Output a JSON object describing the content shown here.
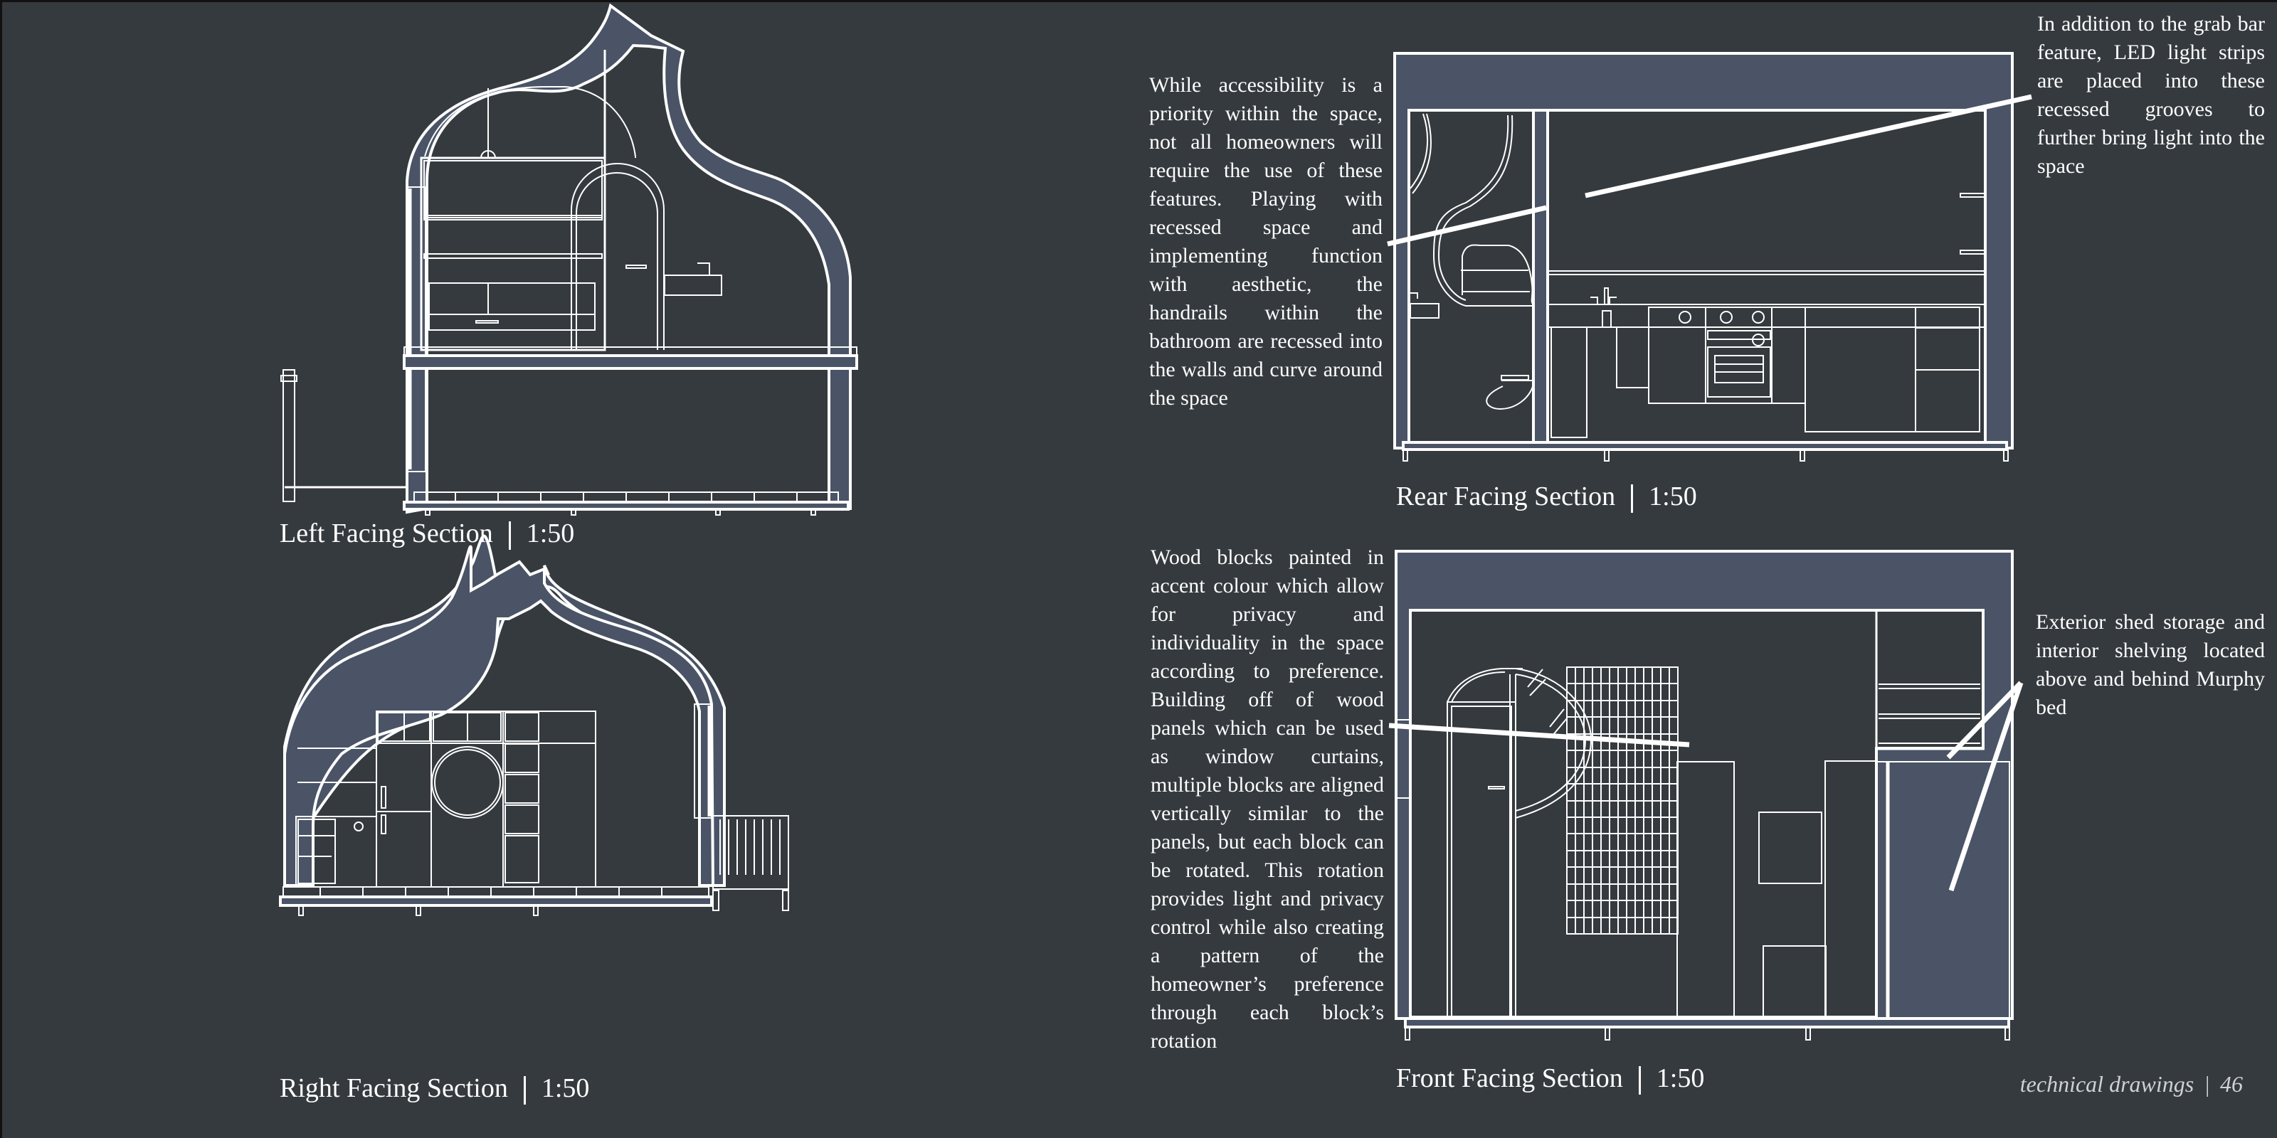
{
  "page": {
    "background_color": "#353a3e",
    "wall_fill_color": "#4a5466",
    "line_color": "#ffffff"
  },
  "sections": {
    "left": {
      "title": "Left Facing Section",
      "scale": "1:50"
    },
    "right": {
      "title": "Right Facing Section",
      "scale": "1:50"
    },
    "rear": {
      "title": "Rear Facing Section",
      "scale": "1:50"
    },
    "front": {
      "title": "Front Facing Section",
      "scale": "1:50"
    }
  },
  "annotations": {
    "accessibility": "While accessibility is a priority within the space, not all home­owners will require the use of these features. Playing with recessed space and implementing function with aesthetic, the handrails within the bathroom are recessed into the walls and curve around the space",
    "led_strips": "In addition to the grab bar feature, LED light strips are placed into these recessed grooves to further bring light into the space",
    "wood_blocks": "Wood blocks painted in accent colour which allow for privacy and individuality in the space according to pref­erence. Building off of wood panels which can be used as window cur­tains, multiple blocks are aligned vertically similar to the panels, but each block can be rotated. This rotation provides light and privacy control while also creating a pat­tern of the homeowner’s preference through each block’s rotation",
    "storage": "Exterior shed storage and interior shelving lo­cated above and behind Murphy bed"
  },
  "footer": {
    "label": "technical drawings",
    "separator": "|",
    "page_number": "46"
  }
}
